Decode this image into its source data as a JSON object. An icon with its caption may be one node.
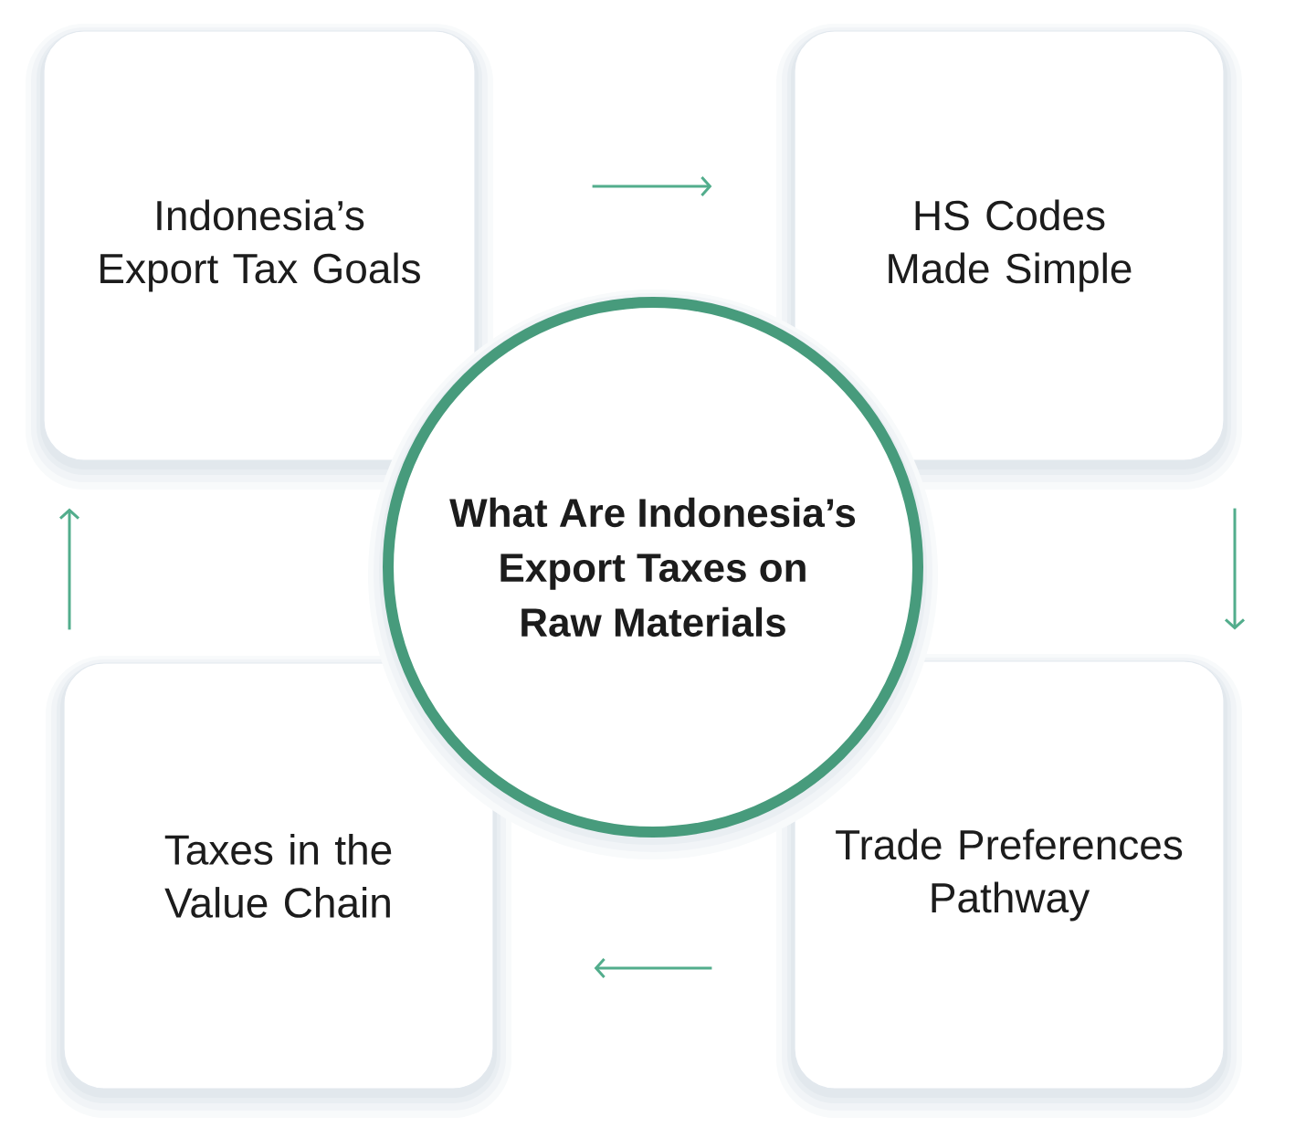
{
  "diagram": {
    "nodes": [
      {
        "text": [
          "Indonesia’s Export Tax Goals"
        ]
      },
      {
        "text": [
          "HS Codes Made Simple"
        ]
      },
      {
        "text": [
          "What Are Indonesia’s Export Taxes on Raw Materials"
        ]
      },
      {
        "text": [
          "Taxes in the Value Chain"
        ]
      },
      {
        "text": [
          "Trade Preferences Pathway"
        ]
      }
    ],
    "edges": [
      {
        "from": 0,
        "to": 1,
        "arrow": "to"
      },
      {
        "from": 1,
        "to": 4,
        "arrow": "to"
      },
      {
        "from": 4,
        "to": 3,
        "arrow": "to"
      },
      {
        "from": 3,
        "to": 0,
        "arrow": "to"
      }
    ]
  }
}
